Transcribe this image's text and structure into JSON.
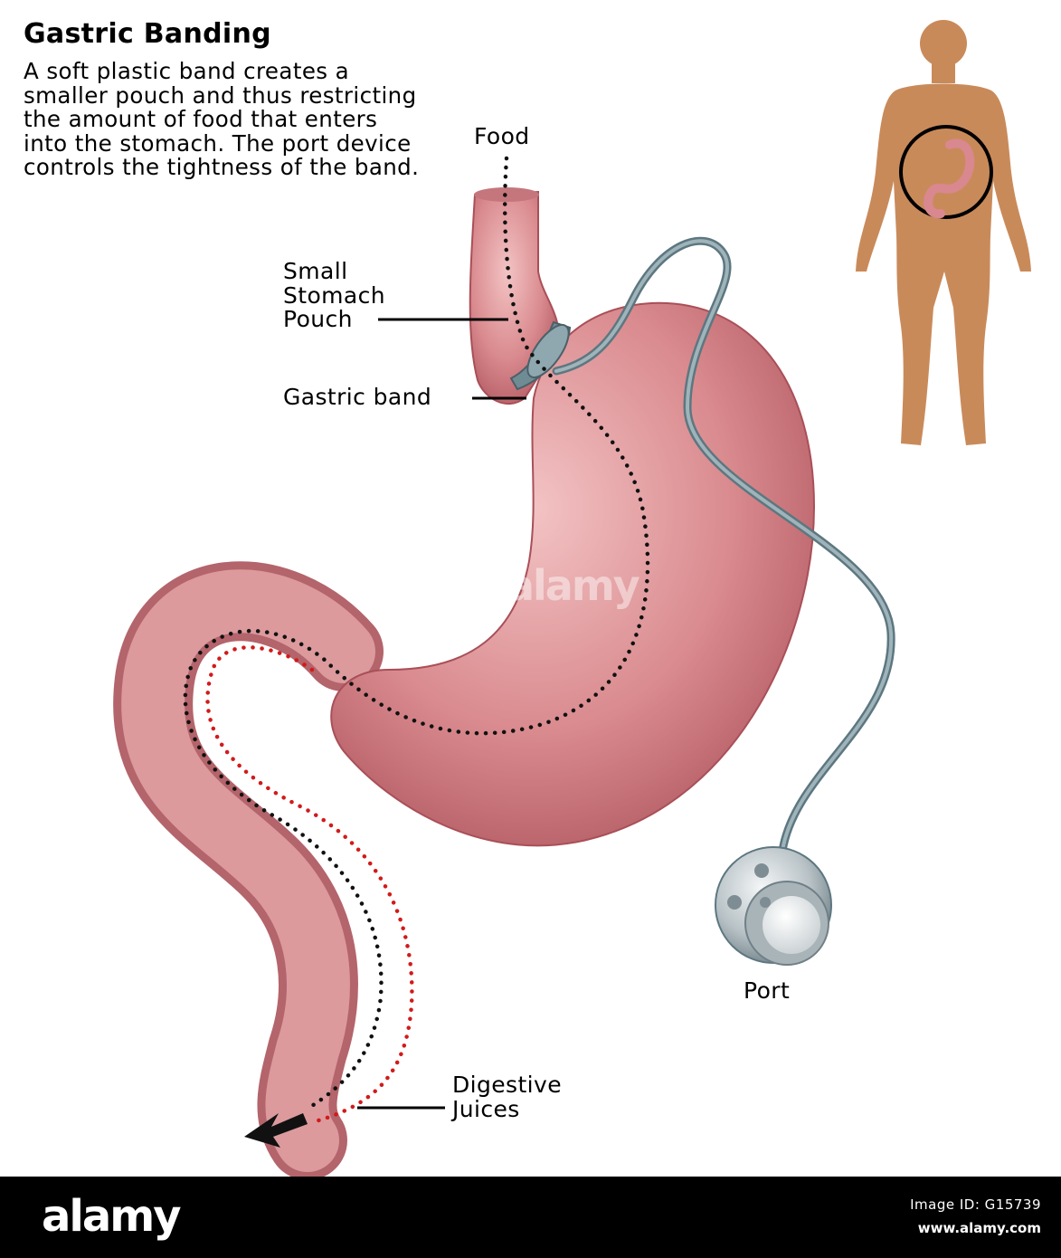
{
  "title": "Gastric Banding",
  "description": "A soft plastic band creates a smaller pouch and thus restricting the amount of food that enters into the stomach. The port device controls the tightness of the band.",
  "labels": {
    "food": "Food",
    "pouch": [
      "Small",
      "Stomach",
      "Pouch"
    ],
    "band": "Gastric band",
    "port": "Port",
    "juices": [
      "Digestive",
      "Juices"
    ]
  },
  "footer": {
    "brand": "alamy",
    "code": "Image ID: G15739",
    "url": "www.alamy.com"
  },
  "watermark": "alamy",
  "colors": {
    "stomach": "#d98a8e",
    "stomach_dark": "#a94f58",
    "skin": "#c98a5a",
    "tube": "#7f9aa3",
    "food_path": "#111111",
    "juice_path": "#d21a1a"
  }
}
